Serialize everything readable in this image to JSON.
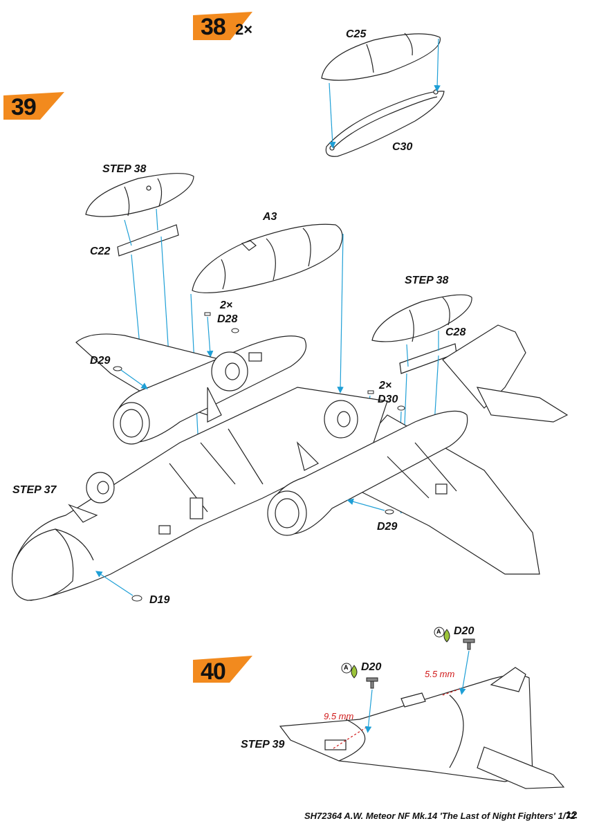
{
  "steps": [
    {
      "number": "38",
      "quantity": "2×",
      "parts": [
        "C25",
        "C30"
      ]
    },
    {
      "number": "39",
      "parts": [
        "C22",
        "A3",
        "D28",
        "C28",
        "D29",
        "D30",
        "D19"
      ],
      "references": [
        "STEP 38",
        "STEP 38",
        "STEP 37"
      ],
      "quantities": {
        "D28": "2×",
        "D30": "2×"
      }
    },
    {
      "number": "40",
      "parts": [
        "D20",
        "D20"
      ],
      "references": [
        "STEP 39"
      ],
      "dimensions": [
        "9.5 mm",
        "5.5 mm"
      ],
      "paint_code": "A"
    }
  ],
  "labels": {
    "c25": "C25",
    "c30": "C30",
    "c22": "C22",
    "a3": "A3",
    "c28": "C28",
    "d28": "D28",
    "d28_qty": "2×",
    "d29_left": "D29",
    "d29_right": "D29",
    "d30": "D30",
    "d30_qty": "2×",
    "d19": "D19",
    "step38_left": "STEP 38",
    "step38_right": "STEP 38",
    "step37": "STEP 37",
    "step39": "STEP 39",
    "d20_left": "D20",
    "d20_right": "D20",
    "dim_95": "9.5 mm",
    "dim_55": "5.5 mm",
    "paint_a": "A"
  },
  "badges": {
    "step38": "38",
    "step38_qty": "2×",
    "step39": "39",
    "step40": "40"
  },
  "footer": {
    "text": "SH72364  A.W. Meteor NF Mk.14 'The Last of Night Fighters' 1/72",
    "page": "12"
  },
  "colors": {
    "badge": "#f28a1e",
    "arrow": "#1e9fd6",
    "dimension": "#d01818",
    "paint": "#9cc43a"
  }
}
